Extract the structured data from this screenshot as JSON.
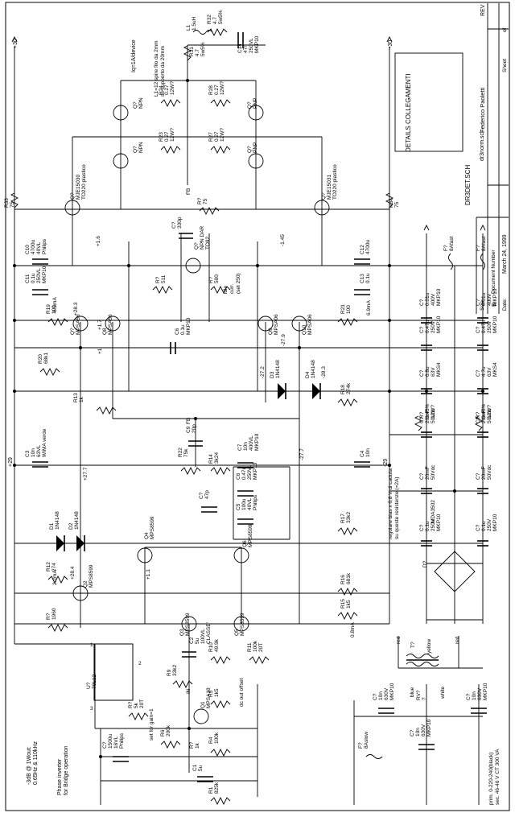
{
  "title_block": {
    "title": "DR3DET.SCH",
    "details": "DETAILS COLLEGAMENTI",
    "size_label": "Size",
    "size_value": "B",
    "docnum_label": "Document Number",
    "docnum_value": "dr3norm.sch",
    "author": "Federico Paoletti",
    "date_label": "Date:",
    "date_value": "March 24, 1999",
    "sheet_label": "Sheet",
    "of_label": "of",
    "rev_label": "REV"
  },
  "rails": {
    "pos": "+30",
    "neg": "-30",
    "pos_bus": "+29",
    "neg_bus": "-29",
    "iq": "Iq=1A/device"
  },
  "notes": {
    "phase_inverter": "Phase inverter",
    "bridge_operation": "for Bridge operation",
    "bw1": "-3dB @ 1Wout:",
    "bw2": "0.65Hz & 110kHz",
    "inductor1": "L1=12 spire filo da 2mm",
    "inductor2": "su supporto da 20mm",
    "bias1": "regolare bias x 0,8 V di caduta",
    "bias2": "su queste resistenze (=2A)",
    "prim": "prim. 0-220-240(black)",
    "sec": "sec. 46-46 V CT 300 VA",
    "fb": "FB",
    "in": "IN",
    "dc_offset": "dc out offset",
    "set_gain": "set for gain=1",
    "idle": "idle",
    "curr": "curr.",
    "set250": "(set 250)"
  },
  "parts": {
    "R32": [
      "R32",
      "4.7",
      "5w5%"
    ],
    "L1": [
      "L1",
      "1.5uH"
    ],
    "R31": [
      "R31",
      "4.7",
      "5w5%"
    ],
    "C14": [
      "C14",
      "47n",
      "250VL",
      "MKP10"
    ],
    "Q7a": [
      "Q?",
      "NPN"
    ],
    "Q7b": [
      "Q?",
      "NPN"
    ],
    "Q7c": [
      "Q?",
      "PNP"
    ],
    "Q7d": [
      "Q?",
      "PNP"
    ],
    "R24": [
      "R24",
      "0.27",
      "12W?"
    ],
    "R23": [
      "R23",
      "0.27",
      "12W?"
    ],
    "R28": [
      "R28",
      "0.27",
      "12W?"
    ],
    "R27": [
      "R27",
      "0.27",
      "12W?"
    ],
    "QMJEn": [
      "Q?",
      "MJE15030",
      "TO220 plastico"
    ],
    "QMJEp": [
      "Q?",
      "MJE15031",
      "TO220 plastico"
    ],
    "R33": [
      "R33",
      "75"
    ],
    "R7t": [
      "R?",
      "75"
    ],
    "R34": [
      "R34",
      "75"
    ],
    "C7a": [
      "C?",
      "330p"
    ],
    "Qdar": [
      "Q?",
      "NPN DAR",
      "TO92"
    ],
    "C10": [
      "C10",
      "4700u",
      "40VL",
      "Philips"
    ],
    "C12": [
      "C12",
      "4700u"
    ],
    "C11": [
      "C11",
      "0.1u",
      "250VL",
      "MKP10"
    ],
    "C13": [
      "C13",
      "0.1u"
    ],
    "R511": [
      "R?",
      "511"
    ],
    "R500": [
      "R?",
      "500"
    ],
    "R19": [
      "R19",
      "100"
    ],
    "Q7m": [
      "Q?",
      "MPSA56"
    ],
    "Q8": [
      "Q8",
      "MPSA56"
    ],
    "C6": [
      "C6",
      "0.1u",
      "MKP10"
    ],
    "Q9": [
      "Q9",
      "MPSA06"
    ],
    "Q10": [
      "Q10",
      "MPSA06"
    ],
    "R21": [
      "R21",
      "100"
    ],
    "R20": [
      "R20",
      "68k1"
    ],
    "D3": [
      "D3",
      "1N4148"
    ],
    "D4": [
      "D4",
      "1N4148"
    ],
    "R18": [
      "R18",
      "274k"
    ],
    "R13": [
      "R13",
      "1k"
    ],
    "C3": [
      "C3",
      "10n",
      "63VL",
      "WIMA verde"
    ],
    "C9": [
      "C9",
      "20p"
    ],
    "R22": [
      "R22",
      "75k"
    ],
    "R14": [
      "R14",
      "3k24"
    ],
    "C7b": [
      "C7",
      "10n",
      "400VL",
      "MKP10"
    ],
    "C6b": [
      "C6",
      "0.47u",
      "250VL",
      "MKP10"
    ],
    "C5": [
      "C5",
      "100u",
      "40VL",
      "Philips"
    ],
    "C4": [
      "C4",
      "10n"
    ],
    "C7c": [
      "C?",
      "47p"
    ],
    "D1": [
      "D1",
      "1N4148"
    ],
    "D2": [
      "D2",
      "1N4148"
    ],
    "R17": [
      "R17",
      "33k2"
    ],
    "R12": [
      "R12",
      "274"
    ],
    "Q2": [
      "Q2",
      "MPS8599"
    ],
    "Q4": [
      "Q4",
      "MPS8599"
    ],
    "Q6": [
      "Q6",
      "MPS8599"
    ],
    "Q3": [
      "Q3",
      "MPS8599"
    ],
    "Q5": [
      "Q5",
      "MPS8599"
    ],
    "R16": [
      "R16",
      "681k"
    ],
    "R15": [
      "R15",
      "1k5"
    ],
    "R7b": [
      "R?",
      "1960"
    ],
    "U7": [
      "U?",
      "78L12"
    ],
    "C2": [
      "C2",
      "5u",
      "100VL",
      "CLASSE'"
    ],
    "R10": [
      "R10",
      "49.9k"
    ],
    "R11": [
      "R11",
      "100k",
      "20T"
    ],
    "R9": [
      "R9",
      "33k2"
    ],
    "Q1": [
      "Q1",
      "MPSA18"
    ],
    "R5": [
      "R5",
      "1k5"
    ],
    "R7c": [
      "R?",
      "5k",
      "20T"
    ],
    "R6": [
      "R6",
      "200k"
    ],
    "R7d": [
      "R?",
      "1k"
    ],
    "R4": [
      "R4",
      "100k"
    ],
    "C1": [
      "C1",
      "5u"
    ],
    "R1": [
      "R1",
      "825k"
    ],
    "C7d": [
      "C?",
      "1500u",
      "16VL",
      "Philips"
    ],
    "F7a": [
      "F?",
      "8Afast"
    ],
    "F7b": [
      "F?",
      "8Afast"
    ],
    "F7c": [
      "F?",
      "8Aslow"
    ],
    "MDA": [
      "MDA3502"
    ],
    "Dbr": [
      "D?"
    ],
    "T1": [
      "T?"
    ],
    "RV": [
      "RV?",
      "?"
    ],
    "Cx1": [
      "C?",
      "10n",
      "630V",
      "MKP10"
    ],
    "Cx2": [
      "C?",
      "10n",
      "630V",
      "MKP10"
    ],
    "Cx3": [
      "C?",
      "10n",
      "630V",
      "MKP10"
    ],
    "Cb1": [
      "C?",
      "0.01u",
      "400V",
      "MKP10"
    ],
    "Cb2": [
      "C?",
      "0.01u",
      "400V",
      "MKP10"
    ],
    "Cb3": [
      "C?",
      "0.47u",
      "250V",
      "MKP10"
    ],
    "Cb4": [
      "C?",
      "0.47u",
      "250V",
      "MKP10"
    ],
    "Cb5": [
      "C?",
      "6.8u",
      "63V",
      "MKS4"
    ],
    "Cb6": [
      "C?",
      "4.7u",
      "63V",
      "MKS4"
    ],
    "Cb7": [
      "C?",
      "20mF",
      "50Vdc"
    ],
    "Cb8": [
      "C?",
      "20mF",
      "50Vdc"
    ],
    "Cb9": [
      "C?",
      "20mF",
      "50Vdc"
    ],
    "Cb10": [
      "C?",
      "20mF",
      "50Vdc"
    ],
    "Cb11": [
      "C?",
      "0.1u",
      "250V",
      "MKP10"
    ],
    "Cb12": [
      "C?",
      "0.1u",
      "250V",
      "MKP10"
    ],
    "Rb1": [
      "R?",
      "0.43%",
      "12W?"
    ],
    "Rb2": [
      "R?",
      "0.43%",
      "12W?"
    ]
  },
  "voltages": {
    "v1": "+1.6",
    "v2": "-1.45",
    "v3": "6.5mA",
    "v4": "+28.3",
    "v5": "+1.7",
    "v6": "+1",
    "v7": "-27.9",
    "v8": "6.9mA",
    "v9": "-27.2",
    "v10": "-28.3",
    "v11": "+27.7",
    "v12": "-27.7",
    "v13": "2.2mA",
    "v14": "+28.4",
    "v15": "+1.1",
    "v16": "0.8mA",
    "v17": "2",
    "v18": "3",
    "v19": "1"
  },
  "wires": {
    "red1": "red",
    "red2": "red",
    "yellow": "yellow",
    "blue": "blue",
    "white": "white"
  }
}
